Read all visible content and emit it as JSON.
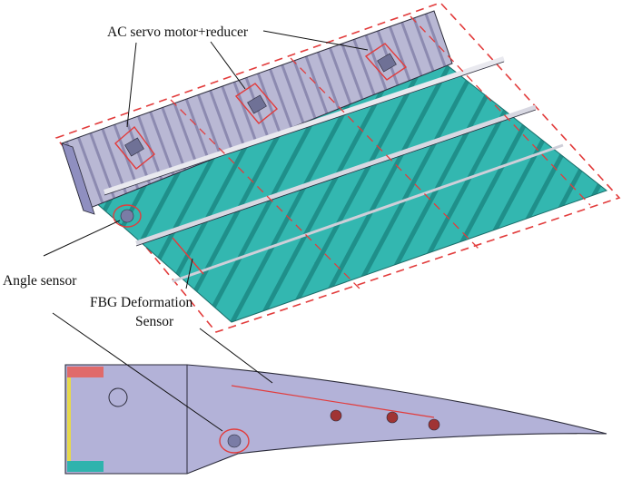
{
  "labels": {
    "servo_motor": "AC servo motor+reducer",
    "angle_sensor": "Angle sensor",
    "fbg_line1": "FBG Deformation",
    "fbg_line2": "Sensor"
  },
  "colors": {
    "skin_upper": "#a9acd6",
    "skin_lower": "#2fb3ad",
    "highlight": "#e23c3c",
    "outline": "#2b2b3a",
    "text": "#111111"
  }
}
